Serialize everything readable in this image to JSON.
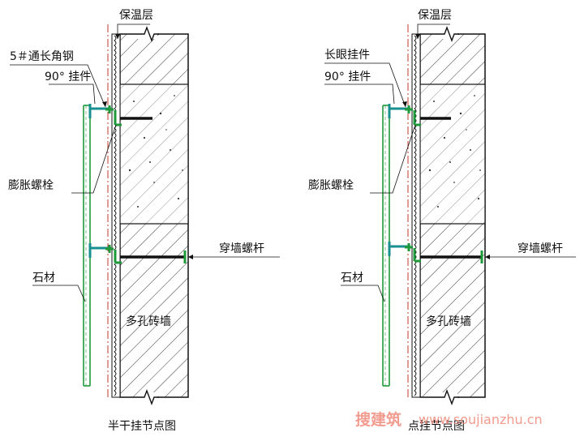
{
  "diagrams": [
    {
      "title": "半干挂节点图",
      "labels": {
        "insulation": "保温层",
        "steel": "5＃通长角钢",
        "hanger": "90° 挂件",
        "bolt": "膨胀螺栓",
        "stone": "石材",
        "through_bolt": "穿墙螺杆",
        "wall": "多孔砖墙"
      }
    },
    {
      "title": "点挂节点图",
      "labels": {
        "insulation": "保温层",
        "slot_hanger": "长眼挂件",
        "hanger": "90° 挂件",
        "bolt": "膨胀螺栓",
        "stone": "石材",
        "through_bolt": "穿墙螺杆",
        "wall": "多孔砖墙"
      }
    }
  ],
  "watermark": {
    "cn": "搜建筑",
    "url": "www.soujianzhu.cn"
  },
  "colors": {
    "stone": "#1f9a3a",
    "bracket": "#1a8f8f",
    "bolt": "#111111",
    "insulation_line": "#c0392b",
    "watermark": "#f08a7c"
  }
}
